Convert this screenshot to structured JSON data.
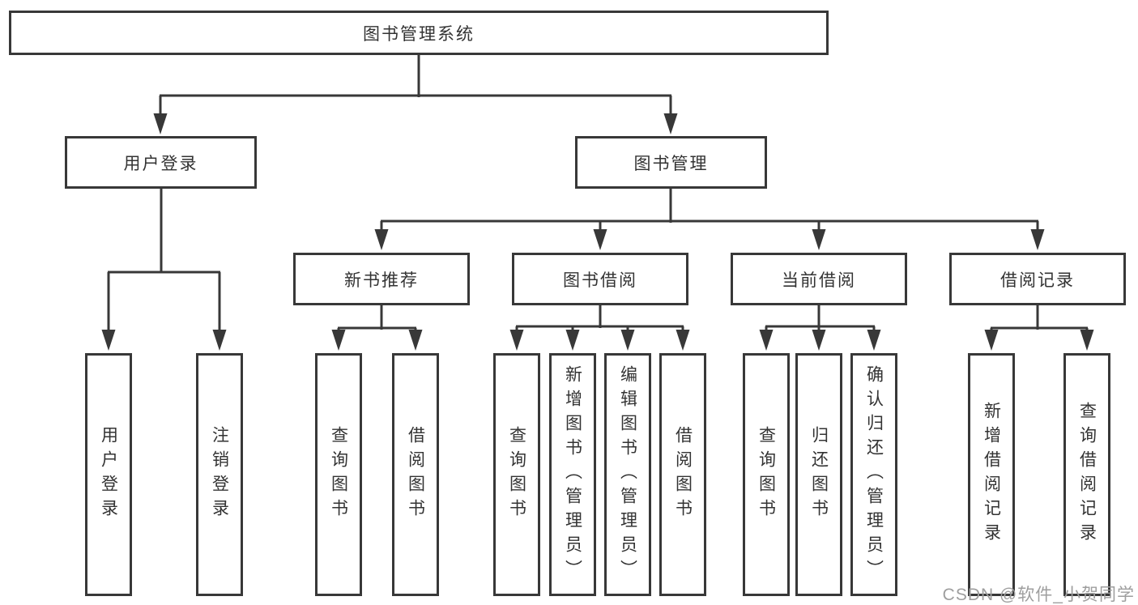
{
  "nodes": {
    "root": "图书管理系统",
    "user_login": "用户登录",
    "book_management": "图书管理",
    "new_book_recommend": "新书推荐",
    "book_borrow": "图书借阅",
    "current_borrow": "当前借阅",
    "borrow_records": "借阅记录",
    "leaf_user_login": "用户登录",
    "leaf_logout": "注销登录",
    "leaf_query_books_a": "查询图书",
    "leaf_borrow_books_a": "借阅图书",
    "leaf_query_books_b": "查询图书",
    "leaf_add_book_admin": "新增图书（管理员）",
    "leaf_edit_book_admin": "编辑图书（管理员）",
    "leaf_borrow_books_b": "借阅图书",
    "leaf_query_books_c": "查询图书",
    "leaf_return_books": "归还图书",
    "leaf_confirm_return_admin": "确认归还（管理员）",
    "leaf_add_borrow_record": "新增借阅记录",
    "leaf_query_borrow_record": "查询借阅记录"
  },
  "watermark": "CSDN @软件_小贺同学",
  "colors": {
    "line": "#383838",
    "box_border": "#383838",
    "text": "#333333",
    "watermark": "#9e9e9e",
    "background": "#ffffff"
  }
}
